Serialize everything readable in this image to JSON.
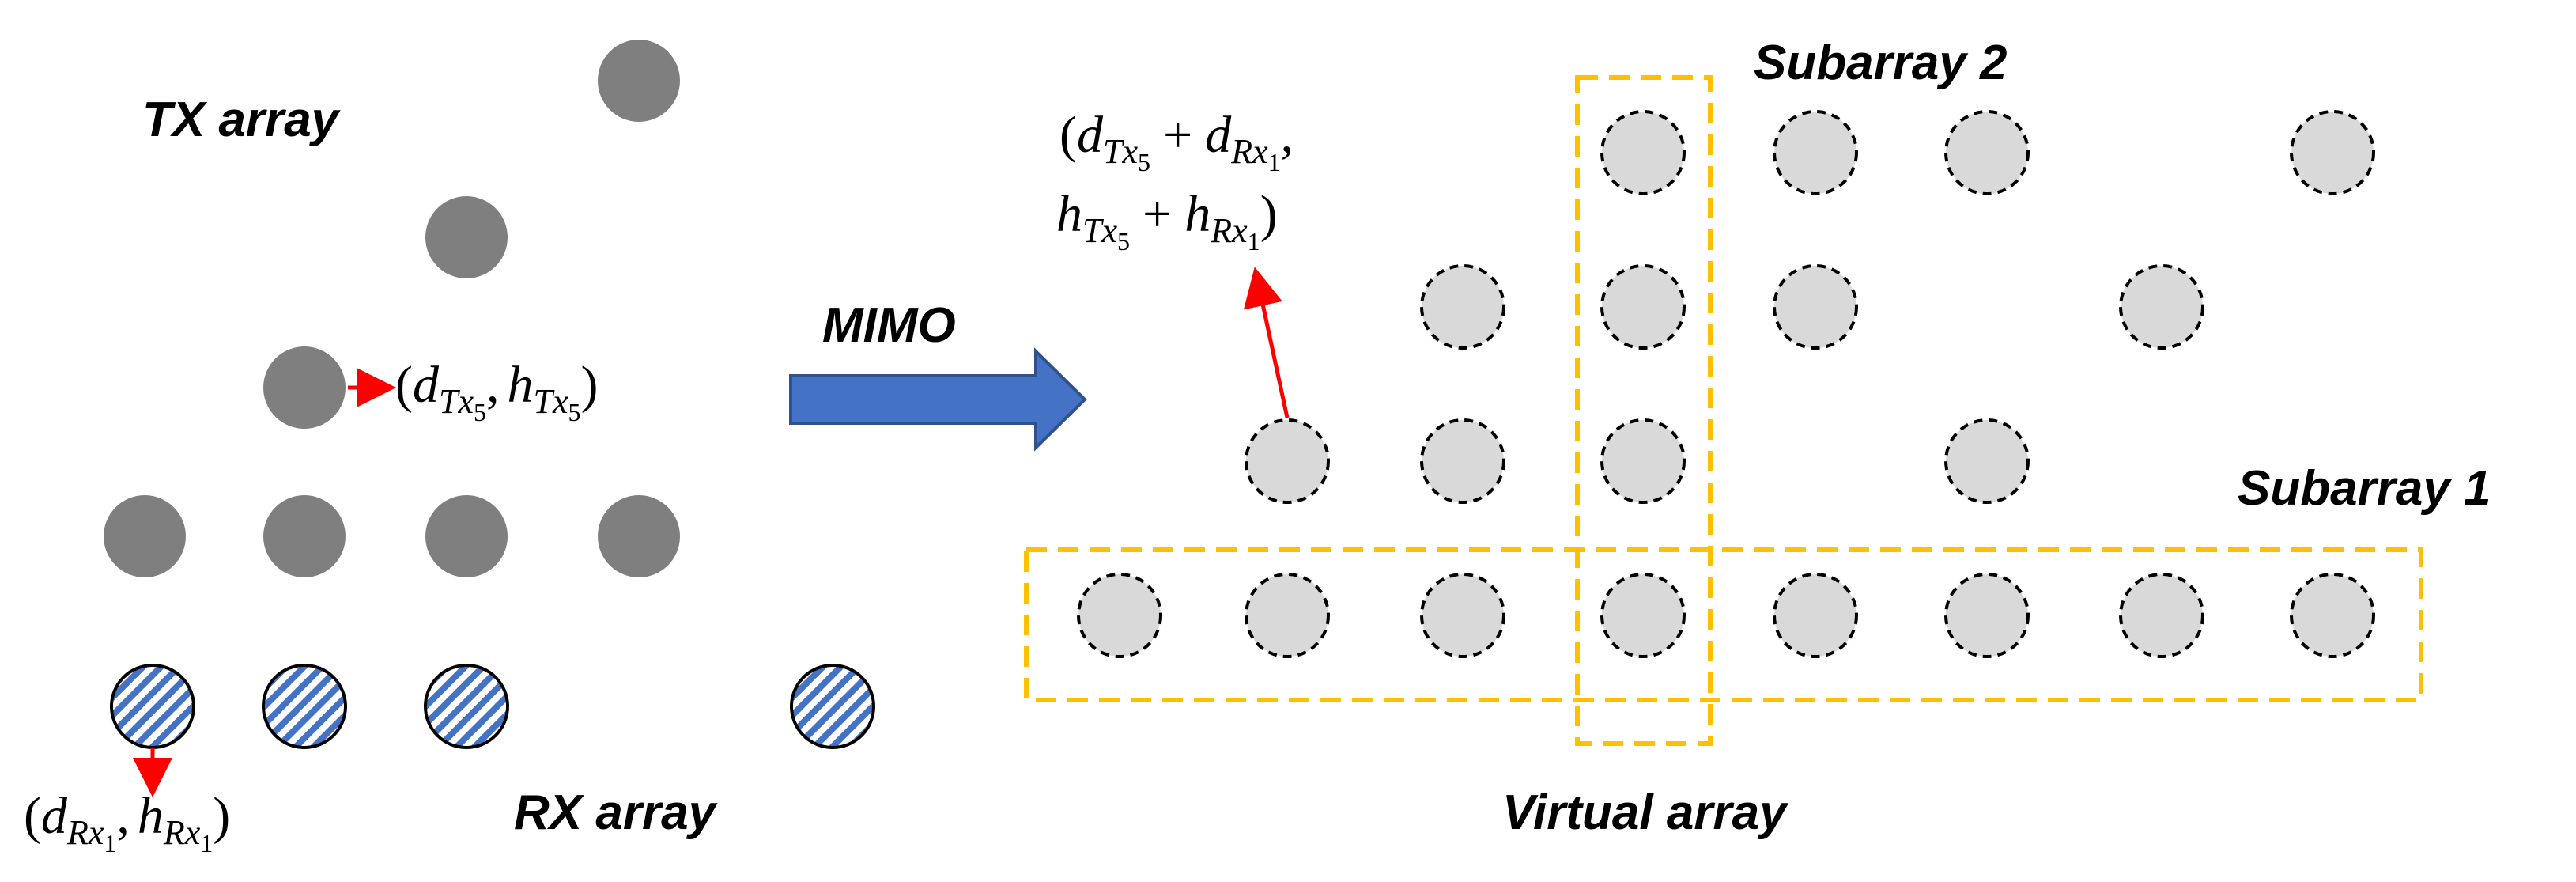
{
  "labels": {
    "tx_array": "TX array",
    "rx_array": "RX array",
    "mimo": "MIMO",
    "virtual_array": "Virtual array",
    "subarray_1": "Subarray 1",
    "subarray_2": "Subarray 2"
  },
  "math": {
    "tx5": {
      "open": "(",
      "d": "d",
      "h": "h",
      "sub_var": "Tx",
      "sub_idx": "5",
      "comma": ",",
      "close": ")"
    },
    "rx1": {
      "open": "(",
      "d": "d",
      "h": "h",
      "sub_var": "Rx",
      "sub_idx": "1",
      "comma": ",",
      "close": ")"
    },
    "sum": {
      "open": "(",
      "d": "d",
      "h": "h",
      "tx_var": "Tx",
      "tx_idx": "5",
      "rx_var": "Rx",
      "rx_idx": "1",
      "plus": "+",
      "comma": ",",
      "close": ")"
    }
  },
  "colors": {
    "tx_fill": "#7f7f7f",
    "virtual_fill": "#d9d9d9",
    "virtual_stroke": "#000000",
    "rx_hatch": "#4472c4",
    "subarray_box": "#ffc000",
    "arrow_fill": "#4472c4",
    "arrow_stroke": "#2f528f",
    "pointer": "#ff0000"
  },
  "icons": {
    "mimo_arrow": "block-arrow-right",
    "pointer": "red-arrow"
  }
}
